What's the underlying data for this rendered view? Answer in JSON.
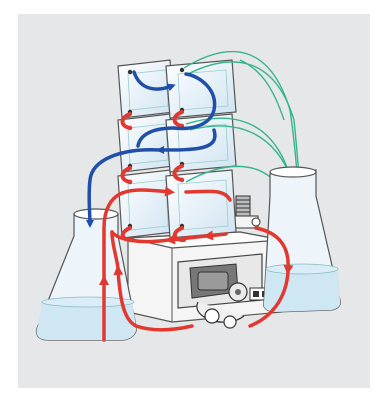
{
  "colors": {
    "background": "#e6e7e8",
    "flow_blue": "#1f4fa8",
    "flow_red": "#e2382f",
    "tubing_green": "#36b58c",
    "glass": "#eef5fa",
    "liquid": "#cfe6f3",
    "pump_housing": "#f2f2f2",
    "pump_dark": "#4a4a4a"
  },
  "components": [
    {
      "name": "cell-stack",
      "icon": "electrodialysis-cell-stack-icon"
    },
    {
      "name": "left-flask",
      "icon": "erlenmeyer-flask-icon"
    },
    {
      "name": "right-flask",
      "icon": "erlenmeyer-flask-icon"
    },
    {
      "name": "peristaltic-pump",
      "icon": "peristaltic-pump-icon"
    },
    {
      "name": "pressure-valve",
      "icon": "valve-icon"
    }
  ]
}
